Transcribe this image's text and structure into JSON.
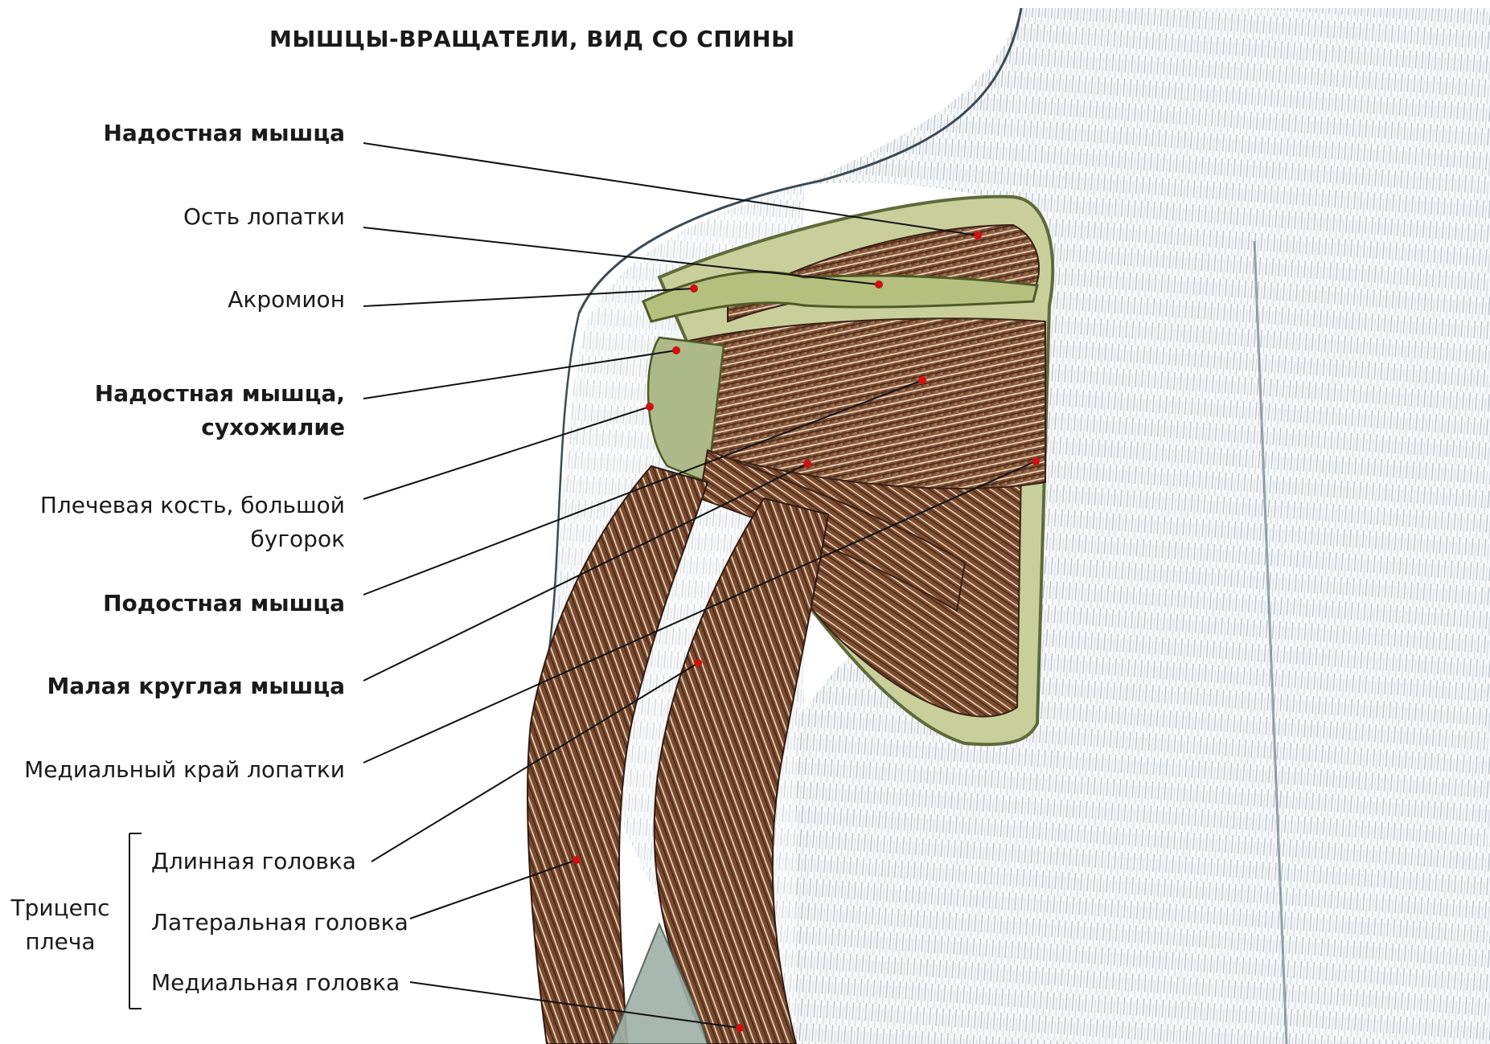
{
  "title": "МЫШЦЫ-ВРАЩАТЕЛИ, ВИД СО СПИНЫ",
  "labels": {
    "supraspinatus": "Надостная мышца",
    "spine": "Ость лопатки",
    "acromion": "Акромион",
    "supraspinatus_tendon_1": "Надостная мышца,",
    "supraspinatus_tendon_2": "сухожилие",
    "humerus_1": "Плечевая кость, большой",
    "humerus_2": "бугорок",
    "infraspinatus": "Подостная мышца",
    "teres_minor": "Малая круглая мышца",
    "medial_border": "Медиальный край лопатки",
    "long_head": "Длинная головка",
    "lateral_head": "Латеральная головка",
    "medial_head": "Медиальная головка",
    "triceps_1": "Трицепс",
    "triceps_2": "плеча"
  },
  "colors": {
    "muscle_dark": "#5a3522",
    "muscle_mid": "#8a5a3a",
    "muscle_light": "#c9a07a",
    "bone": "#b7c28a",
    "body_sketch": "#6c7f8f",
    "pointer": "#d01010",
    "line": "#111111"
  }
}
